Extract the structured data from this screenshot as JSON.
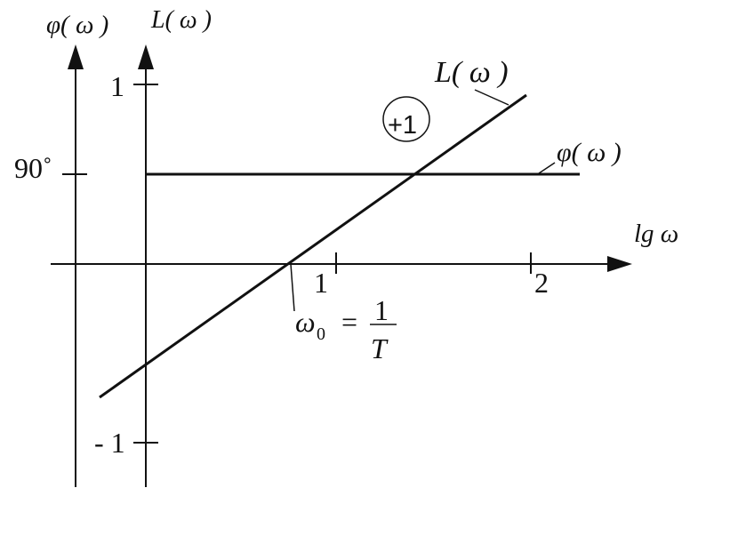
{
  "phi_axis_label": "φ( ω )",
  "l_axis_label": "L( ω )",
  "x_axis_label": "lg ω",
  "ticks": {
    "l_one": "1",
    "l_minus_one": "- 1",
    "phase_ninety": "90˚",
    "x_one": "1",
    "x_two": "2"
  },
  "curves": {
    "magnitude_label": "L( ω )",
    "phase_label": "φ( ω )"
  },
  "slope_badge": "+1",
  "omega0_formula": {
    "lhs": "ω",
    "subscript": "0",
    "equals": "=",
    "numerator": "1",
    "denominator": "T"
  },
  "colors": {
    "ink": "#111111",
    "background": "#ffffff"
  }
}
